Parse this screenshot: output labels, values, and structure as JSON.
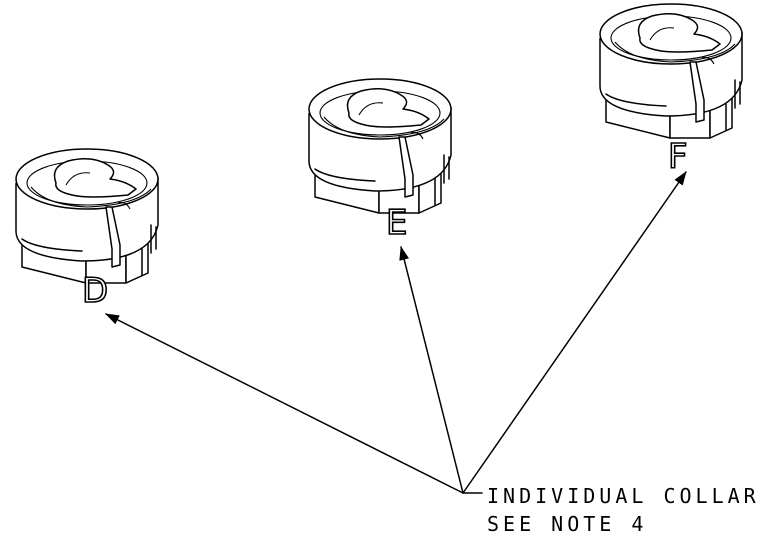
{
  "collars": [
    {
      "id": "D",
      "label": "D"
    },
    {
      "id": "E",
      "label": "E"
    },
    {
      "id": "F",
      "label": "F"
    }
  ],
  "callout": {
    "line1": "INDIVIDUAL COLLAR",
    "line2": "SEE NOTE 4"
  }
}
